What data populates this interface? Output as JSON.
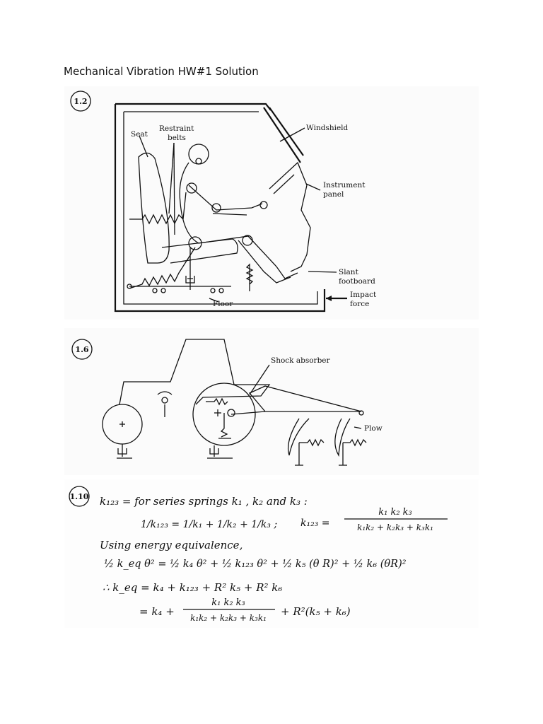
{
  "page": {
    "title": "Mechanical Vibration HW#1 Solution"
  },
  "problems": [
    {
      "number": "1.2",
      "labels": {
        "seat": "Seat",
        "restraint_line1": "Restraint",
        "restraint_line2": "belts",
        "windshield": "Windshield",
        "instrument_line1": "Instrument",
        "instrument_line2": "panel",
        "slant_line1": "Slant",
        "slant_line2": "footboard",
        "impact_line1": "Impact",
        "impact_line2": "force",
        "floor": "Floor"
      }
    },
    {
      "number": "1.6",
      "labels": {
        "shock_absorber": "Shock absorber",
        "plow": "Plow"
      }
    },
    {
      "number": "1.10",
      "handwritten": {
        "line1": "k₁₂₃ = for series springs  k₁ , k₂ and  k₃ :",
        "line2_left": "1/k₁₂₃ = 1/k₁ + 1/k₂ + 1/k₃  ;",
        "line2_right_lhs": "k₁₂₃ =",
        "line2_right_num": "k₁ k₂ k₃",
        "line2_right_den": "k₁k₂ + k₂k₃ + k₃k₁",
        "line3": "Using energy equivalence,",
        "line4": "½ k_eq θ² = ½ k₄ θ² + ½ k₁₂₃ θ² + ½ k₅ (θ R)² + ½ k₆ (θR)²",
        "line5": "∴ k_eq = k₄ + k₁₂₃ + R² k₅ + R² k₆",
        "line6_lhs": "= k₄ +",
        "line6_num": "k₁ k₂ k₃",
        "line6_den": "k₁k₂ + k₂k₃ + k₃k₁",
        "line6_rhs": "+ R²(k₅ + k₆)"
      }
    }
  ]
}
